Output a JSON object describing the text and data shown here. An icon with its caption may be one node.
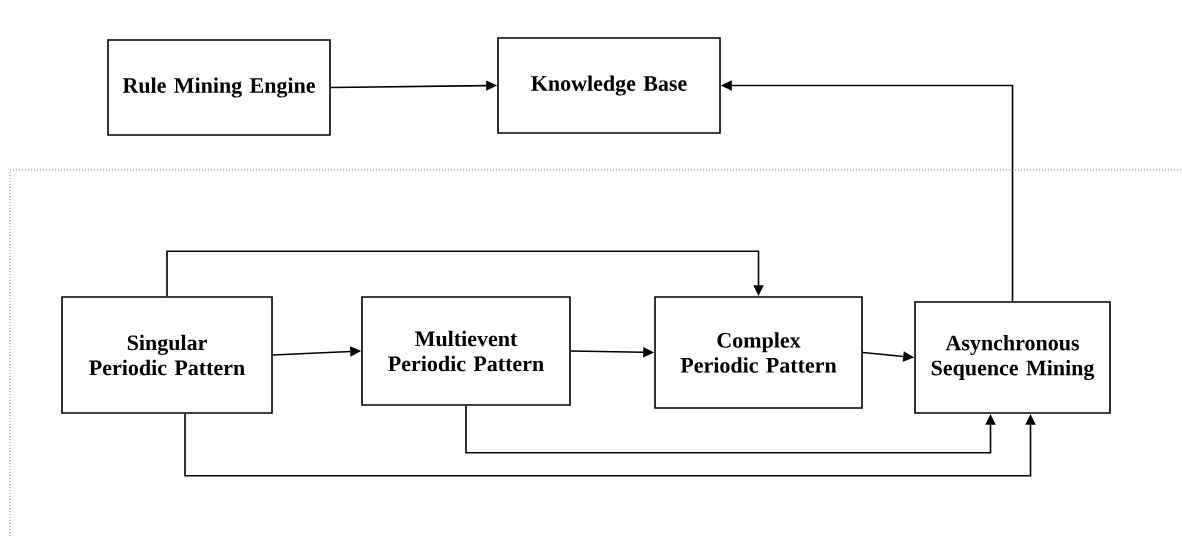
{
  "diagram": {
    "nodes": [
      {
        "text": [
          "Rule Mining Engine"
        ]
      },
      {
        "text": [
          "Knowledge Base"
        ]
      },
      {
        "text": [
          "Singular Periodic Pattern"
        ]
      },
      {
        "text": [
          "Multievent Periodic Pattern"
        ]
      },
      {
        "text": [
          "Complex Periodic Pattern"
        ]
      },
      {
        "text": [
          "Asynchronous Sequence Mining"
        ]
      }
    ],
    "edges": [
      {
        "from": 0,
        "to": 1,
        "arrow": "to"
      },
      {
        "from": 5,
        "to": 1,
        "arrow": "to"
      },
      {
        "from": 2,
        "to": 4,
        "arrow": "to"
      },
      {
        "from": 2,
        "to": 3,
        "arrow": "to"
      },
      {
        "from": 3,
        "to": 4,
        "arrow": "to"
      },
      {
        "from": 4,
        "to": 5,
        "arrow": "to"
      },
      {
        "from": 3,
        "to": 5,
        "arrow": "to"
      },
      {
        "from": 2,
        "to": 5,
        "arrow": "to"
      }
    ]
  }
}
